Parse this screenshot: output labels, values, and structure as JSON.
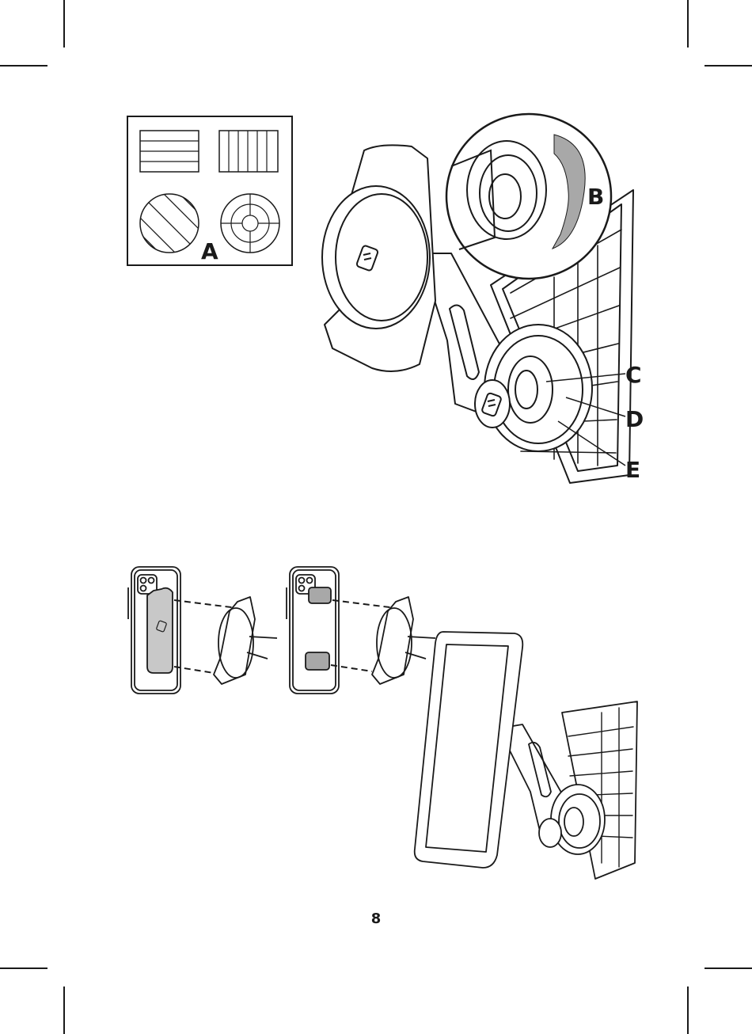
{
  "callouts": {
    "a": "A",
    "b": "B",
    "c": "C",
    "d": "D",
    "e": "E"
  },
  "page_number": "8",
  "colors": {
    "ink": "#1a1a1a",
    "plate_gray": "#c8c8c8",
    "arrow_gray": "#a8a8a8",
    "paper": "#ffffff"
  },
  "icons": [
    "vent-pattern-horizontal-icon",
    "vent-pattern-vertical-icon",
    "vent-pattern-diagonal-icon",
    "vent-pattern-round-icon",
    "rotate-arrow-icon",
    "scosche-logo-icon"
  ]
}
